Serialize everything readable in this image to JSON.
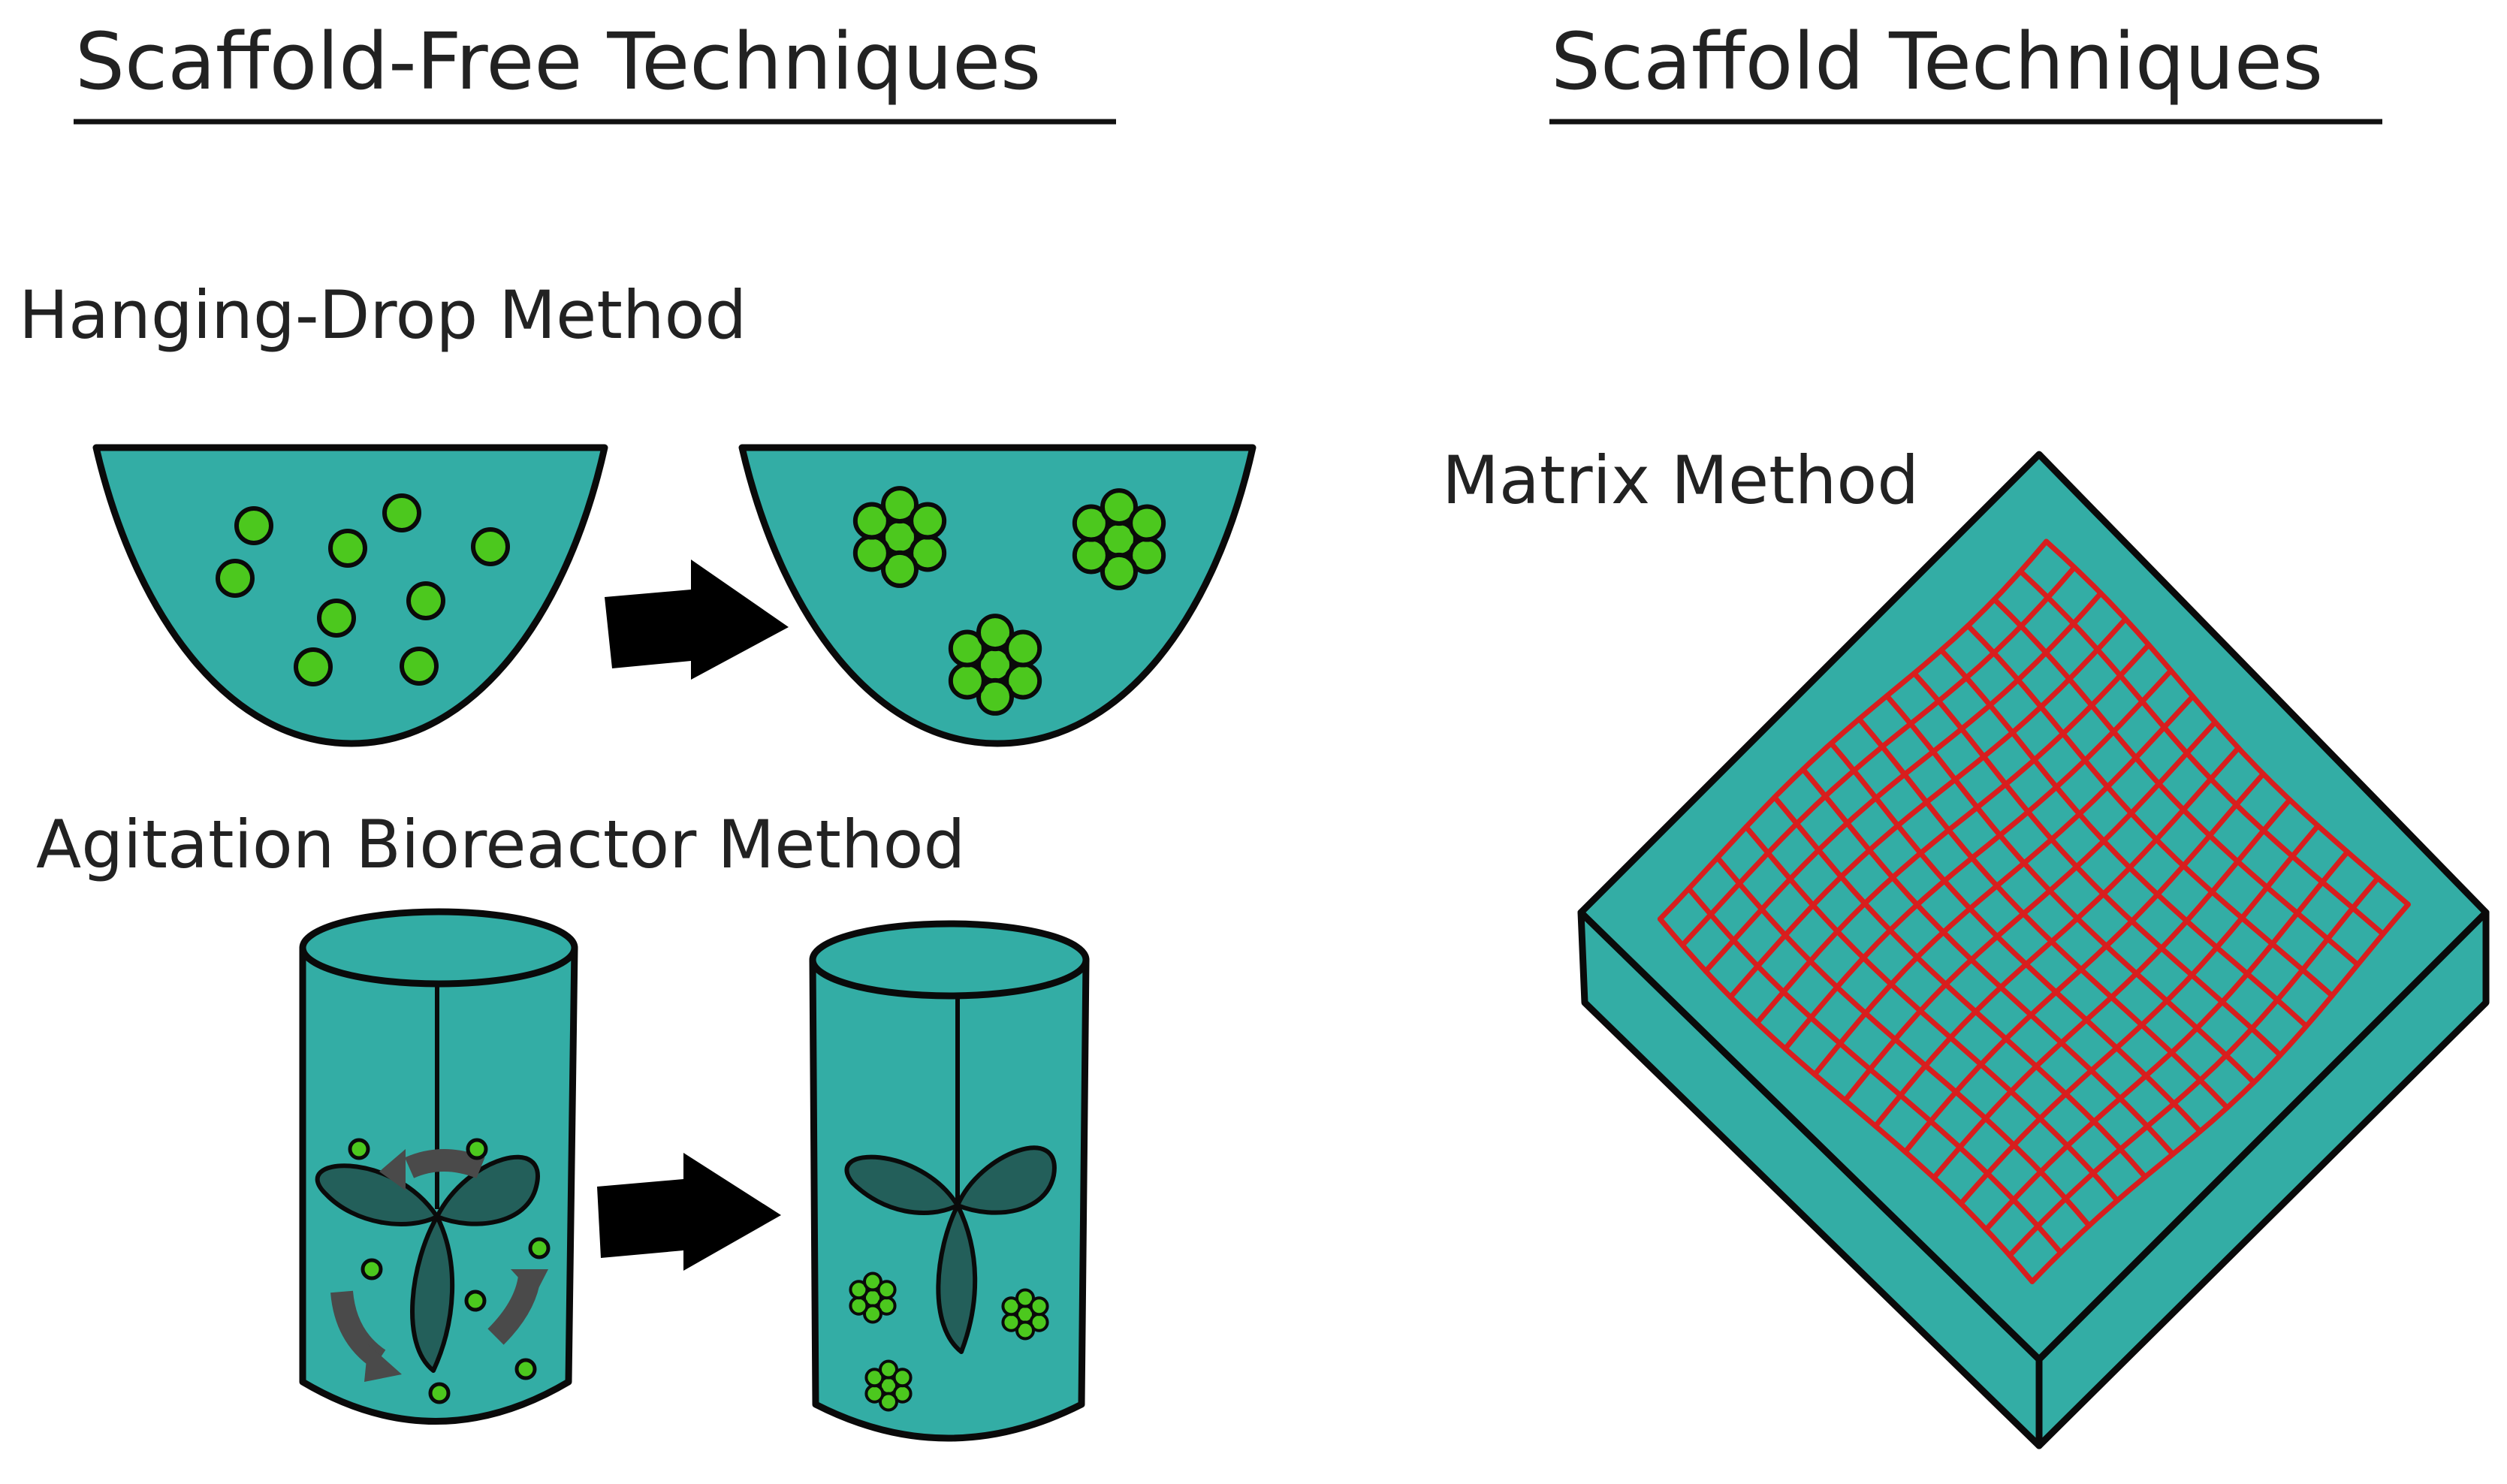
{
  "headings": {
    "scaffold_free": "Scaffold-Free Techniques",
    "scaffold": "Scaffold Techniques"
  },
  "labels": {
    "hanging_drop": "Hanging-Drop Method",
    "agitation_bioreactor": "Agitation Bioreactor Method",
    "matrix": "Matrix Method"
  },
  "colors": {
    "container_fill": "#33ADA5",
    "outline": "#0a0a0a",
    "cell_fill": "#4CC81E",
    "impeller_fill": "#235F5A",
    "flow_arrow": "#4a4a4a",
    "fiber": "#D81E1E",
    "process_arrow": "#000000"
  }
}
